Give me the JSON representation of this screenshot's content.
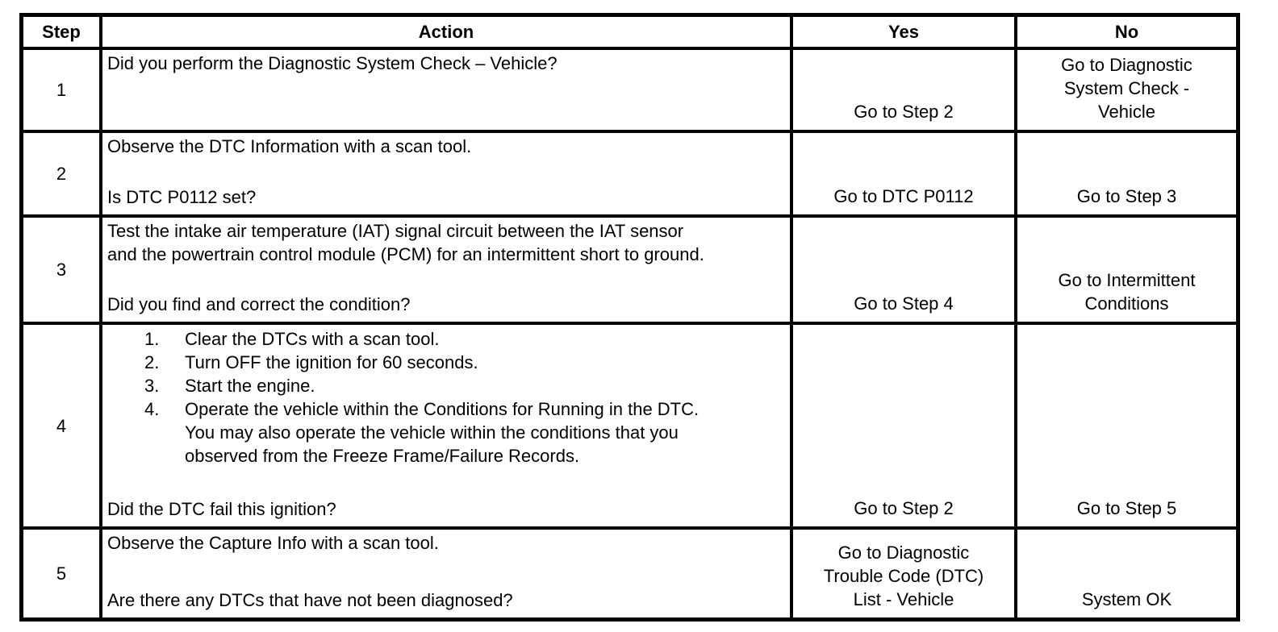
{
  "colors": {
    "border": "#000000",
    "text": "#000000",
    "background": "#ffffff"
  },
  "table": {
    "headers": {
      "step": "Step",
      "action": "Action",
      "yes": "Yes",
      "no": "No"
    },
    "rows": [
      {
        "step": "1",
        "intro": "Did you perform the Diagnostic System Check – Vehicle?",
        "yes": "Go to Step 2",
        "no": "Go to Diagnostic\nSystem Check -\nVehicle"
      },
      {
        "step": "2",
        "intro": "Observe the DTC Information with a scan tool.",
        "question": "Is DTC P0112 set?",
        "yes": "Go to DTC P0112",
        "no": "Go to Step 3"
      },
      {
        "step": "3",
        "intro": "Test the intake air temperature (IAT) signal circuit between the IAT sensor\nand the powertrain control module (PCM) for an intermittent short to ground.",
        "question": "Did you find and correct the condition?",
        "yes": "Go to Step 4",
        "no": "Go to Intermittent\nConditions"
      },
      {
        "step": "4",
        "list": [
          {
            "num": "1.",
            "text": "Clear the DTCs with a scan tool."
          },
          {
            "num": "2.",
            "text": "Turn OFF the ignition for 60 seconds."
          },
          {
            "num": "3.",
            "text": "Start the engine."
          },
          {
            "num": "4.",
            "text": "Operate the vehicle within the Conditions for Running in the DTC.\nYou may also operate the vehicle within the conditions that you\nobserved from the Freeze Frame/Failure Records."
          }
        ],
        "question": "Did the DTC fail this ignition?",
        "yes": "Go to Step 2",
        "no": "Go to Step 5"
      },
      {
        "step": "5",
        "intro": "Observe the Capture Info with a scan tool.",
        "question": "Are there any DTCs that have not been diagnosed?",
        "yes": "Go to Diagnostic\nTrouble Code (DTC)\nList - Vehicle",
        "no": "System OK"
      }
    ]
  }
}
